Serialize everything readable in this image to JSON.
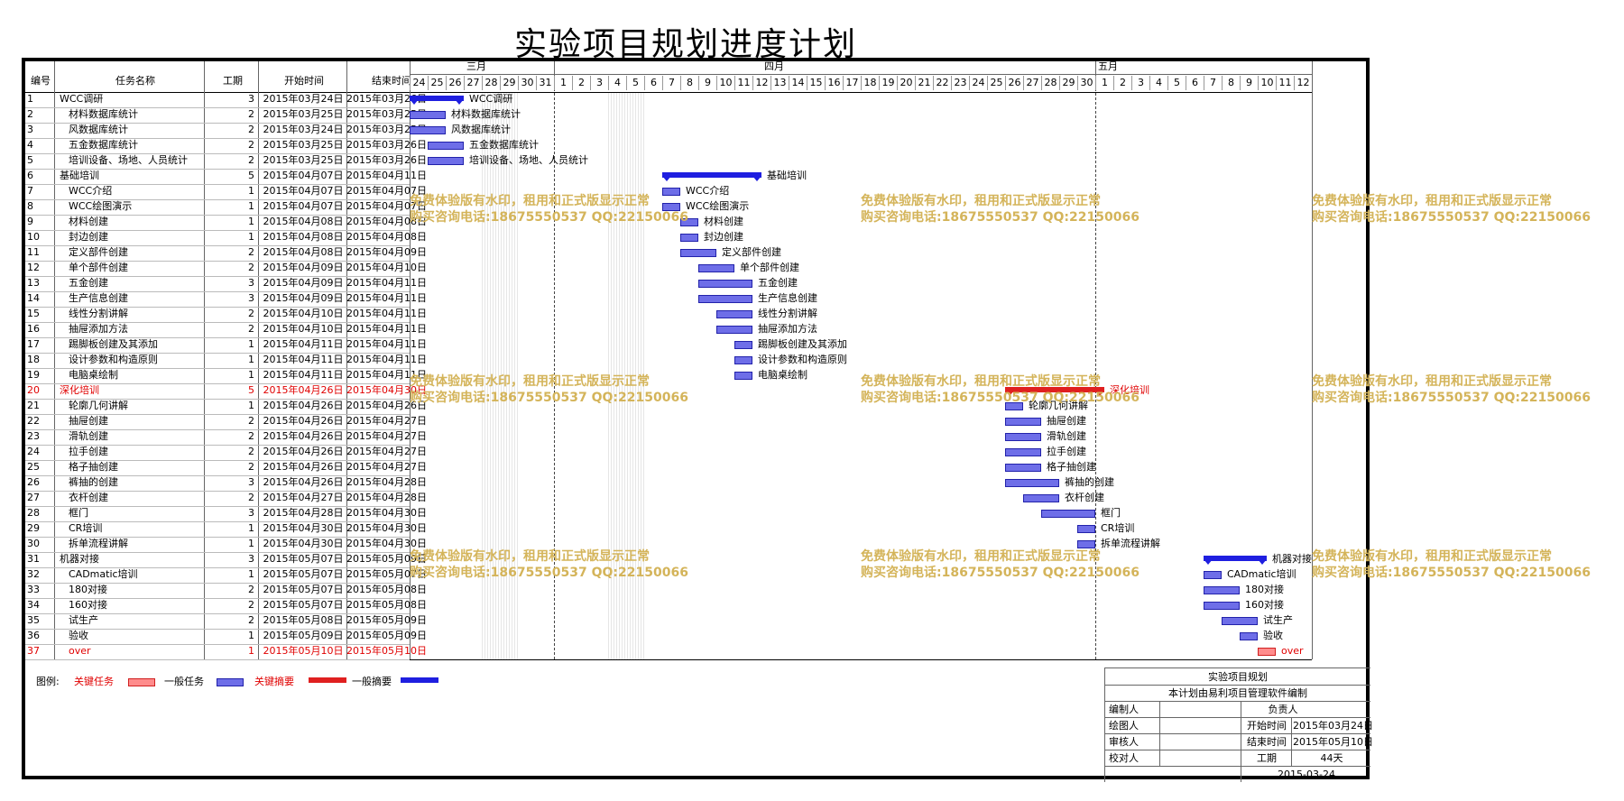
{
  "title": "实验项目规划进度计划",
  "header": {
    "col_id": "编号",
    "col_name": "任务名称",
    "col_dur": "工期",
    "col_start": "开始时间",
    "col_end": "结束时间",
    "months": [
      "三月",
      "四月",
      "五月"
    ]
  },
  "days": [
    24,
    25,
    26,
    27,
    28,
    29,
    30,
    31,
    1,
    2,
    3,
    4,
    5,
    6,
    7,
    8,
    9,
    10,
    11,
    12,
    13,
    14,
    15,
    16,
    17,
    18,
    19,
    20,
    21,
    22,
    23,
    24,
    25,
    26,
    27,
    28,
    29,
    30,
    1,
    2,
    3,
    4,
    5,
    6,
    7,
    8,
    9,
    10,
    11,
    12
  ],
  "tasks": [
    {
      "id": "1",
      "name": "WCC调研",
      "dur": "3",
      "start": "2015年03月24日",
      "end": "2015年03月26日",
      "s": 0,
      "d": 3,
      "type": "summary",
      "indent": 0
    },
    {
      "id": "2",
      "name": "材料数据库统计",
      "dur": "2",
      "start": "2015年03月25日",
      "end": "2015年03月25日",
      "s": 0,
      "d": 2,
      "type": "task",
      "indent": 1
    },
    {
      "id": "3",
      "name": "风数据库统计",
      "dur": "2",
      "start": "2015年03月24日",
      "end": "2015年03月25日",
      "s": 0,
      "d": 2,
      "type": "task",
      "indent": 1
    },
    {
      "id": "4",
      "name": "五金数据库统计",
      "dur": "2",
      "start": "2015年03月25日",
      "end": "2015年03月26日",
      "s": 1,
      "d": 2,
      "type": "task",
      "indent": 1
    },
    {
      "id": "5",
      "name": "培训设备、场地、人员统计",
      "dur": "2",
      "start": "2015年03月25日",
      "end": "2015年03月26日",
      "s": 1,
      "d": 2,
      "type": "task",
      "indent": 1
    },
    {
      "id": "6",
      "name": "基础培训",
      "dur": "5",
      "start": "2015年04月07日",
      "end": "2015年04月11日",
      "s": 14,
      "d": 5.5,
      "type": "summary",
      "indent": 0
    },
    {
      "id": "7",
      "name": "WCC介绍",
      "dur": "1",
      "start": "2015年04月07日",
      "end": "2015年04月07日",
      "s": 14,
      "d": 1,
      "type": "task",
      "indent": 1
    },
    {
      "id": "8",
      "name": "WCC绘图演示",
      "dur": "1",
      "start": "2015年04月07日",
      "end": "2015年04月07日",
      "s": 14,
      "d": 1,
      "type": "task",
      "indent": 1
    },
    {
      "id": "9",
      "name": "材料创建",
      "dur": "1",
      "start": "2015年04月08日",
      "end": "2015年04月08日",
      "s": 15,
      "d": 1,
      "type": "task",
      "indent": 1
    },
    {
      "id": "10",
      "name": "封边创建",
      "dur": "1",
      "start": "2015年04月08日",
      "end": "2015年04月08日",
      "s": 15,
      "d": 1,
      "type": "task",
      "indent": 1
    },
    {
      "id": "11",
      "name": "定义部件创建",
      "dur": "2",
      "start": "2015年04月08日",
      "end": "2015年04月09日",
      "s": 15,
      "d": 2,
      "type": "task",
      "indent": 1
    },
    {
      "id": "12",
      "name": "单个部件创建",
      "dur": "2",
      "start": "2015年04月09日",
      "end": "2015年04月10日",
      "s": 16,
      "d": 2,
      "type": "task",
      "indent": 1
    },
    {
      "id": "13",
      "name": "五金创建",
      "dur": "3",
      "start": "2015年04月09日",
      "end": "2015年04月11日",
      "s": 16,
      "d": 3,
      "type": "task",
      "indent": 1
    },
    {
      "id": "14",
      "name": "生产信息创建",
      "dur": "3",
      "start": "2015年04月09日",
      "end": "2015年04月11日",
      "s": 16,
      "d": 3,
      "type": "task",
      "indent": 1
    },
    {
      "id": "15",
      "name": "线性分割讲解",
      "dur": "2",
      "start": "2015年04月10日",
      "end": "2015年04月11日",
      "s": 17,
      "d": 2,
      "type": "task",
      "indent": 1
    },
    {
      "id": "16",
      "name": "抽屉添加方法",
      "dur": "2",
      "start": "2015年04月10日",
      "end": "2015年04月11日",
      "s": 17,
      "d": 2,
      "type": "task",
      "indent": 1
    },
    {
      "id": "17",
      "name": "踢脚板创建及其添加",
      "dur": "1",
      "start": "2015年04月11日",
      "end": "2015年04月11日",
      "s": 18,
      "d": 1,
      "type": "task",
      "indent": 1
    },
    {
      "id": "18",
      "name": "设计参数和构造原则",
      "dur": "1",
      "start": "2015年04月11日",
      "end": "2015年04月11日",
      "s": 18,
      "d": 1,
      "type": "task",
      "indent": 1
    },
    {
      "id": "19",
      "name": "电脑桌绘制",
      "dur": "1",
      "start": "2015年04月11日",
      "end": "2015年04月11日",
      "s": 18,
      "d": 1,
      "type": "task",
      "indent": 1
    },
    {
      "id": "20",
      "name": "深化培训",
      "dur": "5",
      "start": "2015年04月26日",
      "end": "2015年04月30日",
      "s": 33,
      "d": 5.5,
      "type": "csummary",
      "indent": 0
    },
    {
      "id": "21",
      "name": "轮廓几何讲解",
      "dur": "1",
      "start": "2015年04月26日",
      "end": "2015年04月26日",
      "s": 33,
      "d": 1,
      "type": "task",
      "indent": 1
    },
    {
      "id": "22",
      "name": "抽屉创建",
      "dur": "2",
      "start": "2015年04月26日",
      "end": "2015年04月27日",
      "s": 33,
      "d": 2,
      "type": "task",
      "indent": 1
    },
    {
      "id": "23",
      "name": "滑轨创建",
      "dur": "2",
      "start": "2015年04月26日",
      "end": "2015年04月27日",
      "s": 33,
      "d": 2,
      "type": "task",
      "indent": 1
    },
    {
      "id": "24",
      "name": "拉手创建",
      "dur": "2",
      "start": "2015年04月26日",
      "end": "2015年04月27日",
      "s": 33,
      "d": 2,
      "type": "task",
      "indent": 1
    },
    {
      "id": "25",
      "name": "格子抽创建",
      "dur": "2",
      "start": "2015年04月26日",
      "end": "2015年04月27日",
      "s": 33,
      "d": 2,
      "type": "task",
      "indent": 1
    },
    {
      "id": "26",
      "name": "裤抽的创建",
      "dur": "3",
      "start": "2015年04月26日",
      "end": "2015年04月28日",
      "s": 33,
      "d": 3,
      "type": "task",
      "indent": 1
    },
    {
      "id": "27",
      "name": "衣杆创建",
      "dur": "2",
      "start": "2015年04月27日",
      "end": "2015年04月28日",
      "s": 34,
      "d": 2,
      "type": "task",
      "indent": 1
    },
    {
      "id": "28",
      "name": "框门",
      "dur": "3",
      "start": "2015年04月28日",
      "end": "2015年04月30日",
      "s": 35,
      "d": 3,
      "type": "task",
      "indent": 1
    },
    {
      "id": "29",
      "name": "CR培训",
      "dur": "1",
      "start": "2015年04月30日",
      "end": "2015年04月30日",
      "s": 37,
      "d": 1,
      "type": "task",
      "indent": 1
    },
    {
      "id": "30",
      "name": "拆单流程讲解",
      "dur": "1",
      "start": "2015年04月30日",
      "end": "2015年04月30日",
      "s": 37,
      "d": 1,
      "type": "task",
      "indent": 1
    },
    {
      "id": "31",
      "name": "机器对接",
      "dur": "3",
      "start": "2015年05月07日",
      "end": "2015年05月09日",
      "s": 44,
      "d": 3.5,
      "type": "summary",
      "indent": 0
    },
    {
      "id": "32",
      "name": "CADmatic培训",
      "dur": "1",
      "start": "2015年05月07日",
      "end": "2015年05月07日",
      "s": 44,
      "d": 1,
      "type": "task",
      "indent": 1
    },
    {
      "id": "33",
      "name": "180对接",
      "dur": "2",
      "start": "2015年05月07日",
      "end": "2015年05月08日",
      "s": 44,
      "d": 2,
      "type": "task",
      "indent": 1
    },
    {
      "id": "34",
      "name": "160对接",
      "dur": "2",
      "start": "2015年05月07日",
      "end": "2015年05月08日",
      "s": 44,
      "d": 2,
      "type": "task",
      "indent": 1
    },
    {
      "id": "35",
      "name": "试生产",
      "dur": "2",
      "start": "2015年05月08日",
      "end": "2015年05月09日",
      "s": 45,
      "d": 2,
      "type": "task",
      "indent": 1
    },
    {
      "id": "36",
      "name": "验收",
      "dur": "1",
      "start": "2015年05月09日",
      "end": "2015年05月09日",
      "s": 46,
      "d": 1,
      "type": "task",
      "indent": 1
    },
    {
      "id": "37",
      "name": "over",
      "dur": "1",
      "start": "2015年05月10日",
      "end": "2015年05月10日",
      "s": 47,
      "d": 1,
      "type": "crit",
      "indent": 1
    }
  ],
  "watermark": {
    "line1": "免费体验版有水印，租用和正式版显示正常",
    "line2": "购买咨询电话:18675550537 QQ:22150066"
  },
  "legend": {
    "label": "图例:",
    "crit_task": "关键任务",
    "task": "一般任务",
    "crit_summary": "关键摘要",
    "summary": "一般摘要"
  },
  "info": {
    "title": "实验项目规划",
    "subtitle": "本计划由易利项目管理软件编制",
    "r1a": "编制人",
    "r1b": "负责人",
    "r2a": "绘图人",
    "r2b": "开始时间",
    "r2c": "2015年03月24日",
    "r3a": "审核人",
    "r3b": "结束时间",
    "r3c": "2015年05月10日",
    "r4a": "校对人",
    "r4b": "工期",
    "r4c": "44天",
    "date": "2015-03-24"
  },
  "colors": {
    "task": "#6e6ee8",
    "critical": "#ff8c8c",
    "summary": "#1f1fe0",
    "critical_summary": "#e02020",
    "watermark": "#d4b45a"
  }
}
